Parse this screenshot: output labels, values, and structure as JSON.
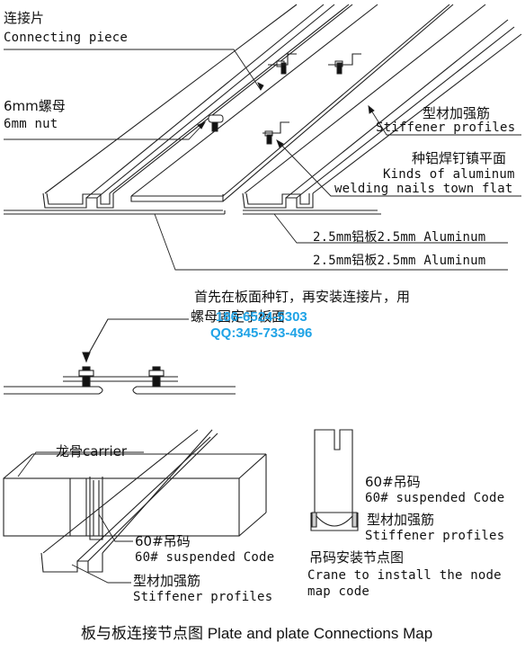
{
  "top": {
    "connecting_piece_cn": "连接片",
    "connecting_piece_en": "Connecting piece",
    "nut_cn": "6mm螺母",
    "nut_en": "6mm nut",
    "stiffener_cn": "型材加强筋",
    "stiffener_en": "Stiffener profiles",
    "nails_cn": "种铝焊钉镇平面",
    "nails_en1": "Kinds of aluminum",
    "nails_en2": "welding nails town flat",
    "plate1": "2.5mm铝板2.5mm Aluminum",
    "plate2": "2.5mm铝板2.5mm Aluminum"
  },
  "middle": {
    "instruction_line1": "首先在板面种钉，再安装连接片，用",
    "instruction_line2": "螺母固定于板面",
    "phone": "186-6524-5303",
    "qq": "QQ:345-733-496"
  },
  "bottom_left": {
    "carrier": "龙骨carrier",
    "code_cn": "60#吊码",
    "code_en": "60# suspended Code",
    "stiffener_cn": "型材加强筋",
    "stiffener_en": "Stiffener profiles"
  },
  "bottom_right": {
    "code_cn": "60#吊码",
    "code_en": "60# suspended Code",
    "stiffener_cn": "型材加强筋",
    "stiffener_en": "Stiffener profiles",
    "crane_cn": "吊码安装节点图",
    "crane_en1": "Crane to install the node",
    "crane_en2": "map code"
  },
  "caption": "板与板连接节点图 Plate and plate Connections Map",
  "colors": {
    "line": "#222222",
    "contact": "#1fa3e6"
  }
}
